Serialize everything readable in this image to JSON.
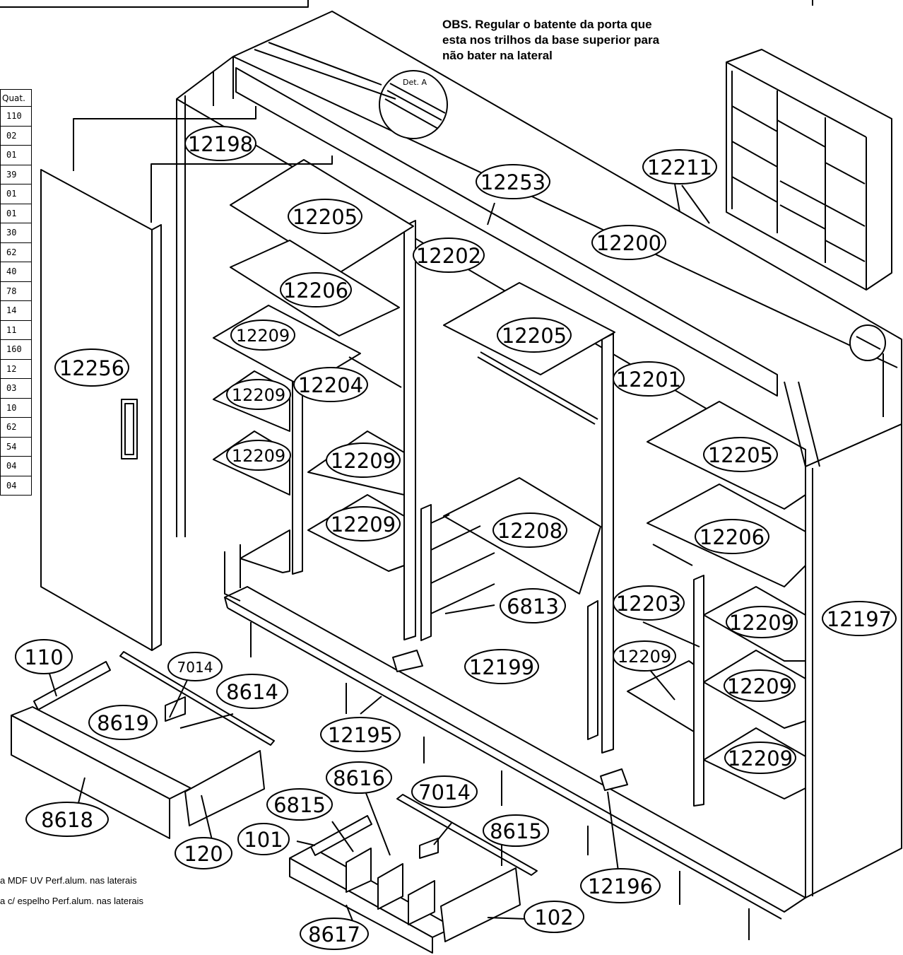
{
  "note": {
    "lines": [
      "OBS. Regular o batente da porta que",
      "esta  nos trilhos da  base superior para",
      "não bater na lateral"
    ]
  },
  "quantity_table": {
    "header": "Quat.",
    "values": [
      "110",
      "02",
      "01",
      "39",
      "01",
      "01",
      "30",
      "62",
      "40",
      "78",
      "14",
      "11",
      "160",
      "12",
      "03",
      "10",
      "62",
      "54",
      "04",
      "04"
    ]
  },
  "legend": [
    "a MDF UV Perf.alum. nas laterais",
    "a c/ espelho  Perf.alum. nas laterais"
  ],
  "detail_label": "Det. A",
  "part_labels": [
    {
      "id": "12198",
      "size": "large"
    },
    {
      "id": "12253",
      "size": "large"
    },
    {
      "id": "12211",
      "size": "large"
    },
    {
      "id": "12205",
      "size": "large"
    },
    {
      "id": "12200",
      "size": "large"
    },
    {
      "id": "12202",
      "size": "large"
    },
    {
      "id": "12206",
      "size": "large"
    },
    {
      "id": "12205",
      "size": "large"
    },
    {
      "id": "12209",
      "size": "large"
    },
    {
      "id": "12201",
      "size": "large"
    },
    {
      "id": "12256",
      "size": "large"
    },
    {
      "id": "12204",
      "size": "large"
    },
    {
      "id": "12209",
      "size": "large"
    },
    {
      "id": "12205",
      "size": "large"
    },
    {
      "id": "12209",
      "size": "large"
    },
    {
      "id": "12209",
      "size": "large"
    },
    {
      "id": "12209",
      "size": "large"
    },
    {
      "id": "12208",
      "size": "large"
    },
    {
      "id": "12206",
      "size": "large"
    },
    {
      "id": "6813",
      "size": "large"
    },
    {
      "id": "12203",
      "size": "large"
    },
    {
      "id": "12209",
      "size": "large"
    },
    {
      "id": "12197",
      "size": "large"
    },
    {
      "id": "110",
      "size": "large"
    },
    {
      "id": "7014",
      "size": "small"
    },
    {
      "id": "12199",
      "size": "large"
    },
    {
      "id": "12209",
      "size": "small"
    },
    {
      "id": "8614",
      "size": "large"
    },
    {
      "id": "12209",
      "size": "large"
    },
    {
      "id": "8619",
      "size": "large"
    },
    {
      "id": "12195",
      "size": "large"
    },
    {
      "id": "12209",
      "size": "large"
    },
    {
      "id": "8616",
      "size": "large"
    },
    {
      "id": "7014",
      "size": "large"
    },
    {
      "id": "6815",
      "size": "large"
    },
    {
      "id": "8618",
      "size": "large"
    },
    {
      "id": "8615",
      "size": "large"
    },
    {
      "id": "101",
      "size": "large"
    },
    {
      "id": "120",
      "size": "large"
    },
    {
      "id": "12196",
      "size": "large"
    },
    {
      "id": "102",
      "size": "large"
    },
    {
      "id": "8617",
      "size": "large"
    }
  ]
}
